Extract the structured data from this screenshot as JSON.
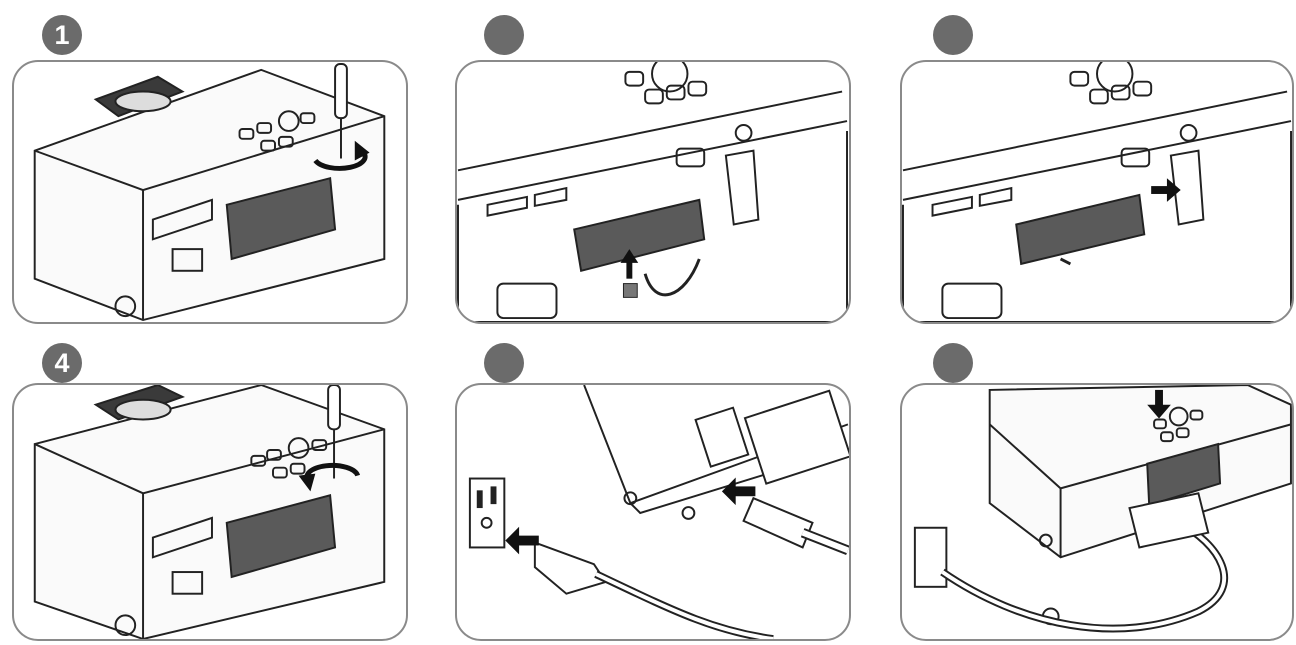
{
  "steps": [
    {
      "number": "1",
      "action": "screwdriver"
    },
    {
      "number": "",
      "action": "connect-cable"
    },
    {
      "number": "",
      "action": "insert-dongle"
    },
    {
      "number": "4",
      "action": "screwdriver"
    },
    {
      "number": "",
      "action": "plug-power-cord"
    },
    {
      "number": "",
      "action": "press-power"
    }
  ],
  "colors": {
    "badge": "#6b6b6b",
    "panel_border": "#8a8a8a",
    "line": "#222222",
    "dongle": "#5a5a5a",
    "arrow": "#111111"
  }
}
